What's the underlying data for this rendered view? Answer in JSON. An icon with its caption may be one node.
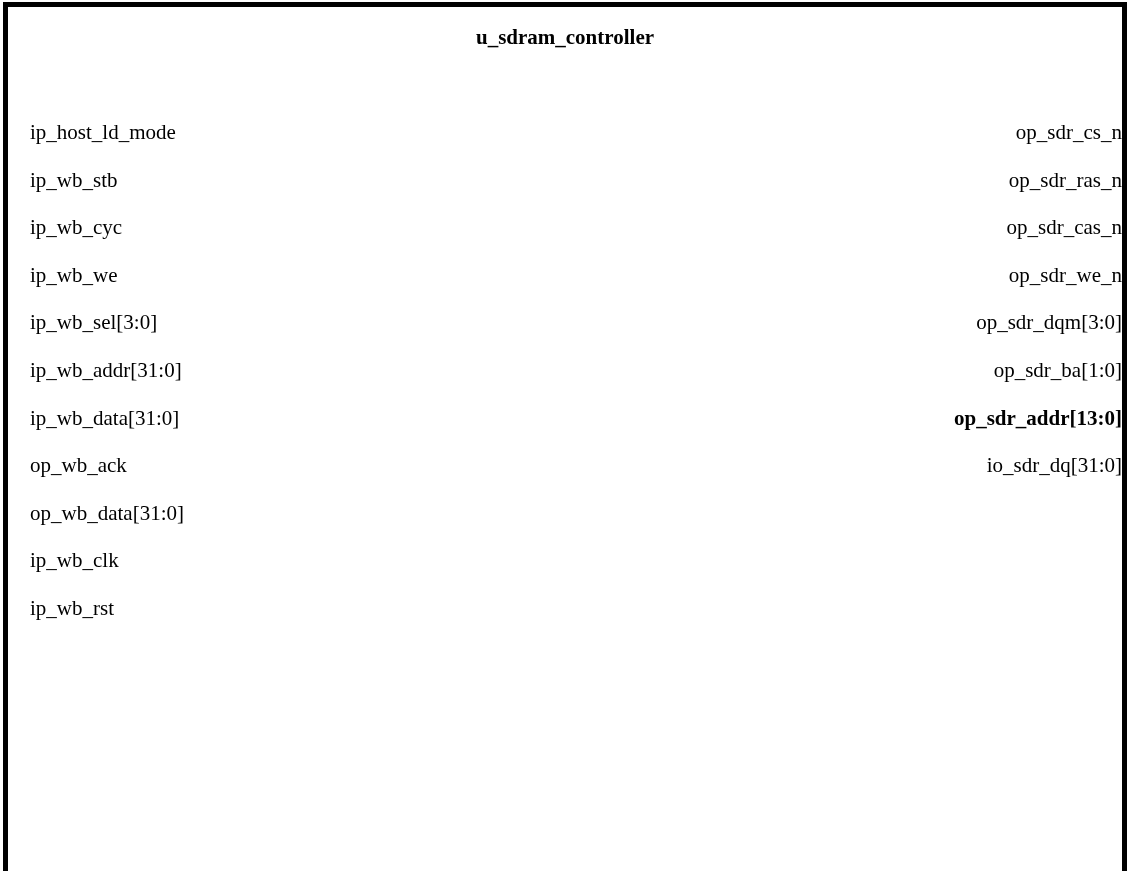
{
  "diagram": {
    "nodes": [
      {
        "text": [
          "u_sdram_controller"
        ]
      }
    ],
    "labels": [
      "ip_host_ld_mode",
      "op_sdr_cs_n",
      "ip_wb_stb",
      "op_sdr_ras_n",
      "ip_wb_cyc",
      "op_sdr_cas_n",
      "ip_wb_we",
      "op_sdr_we_n",
      "ip_wb_sel[3:0]",
      "op_sdr_dqm[3:0]",
      "ip_wb_addr[31:0]",
      "op_sdr_ba[1:0]",
      "ip_wb_data[31:0]",
      "op_sdr_addr[13:0]",
      "op_wb_ack",
      "io_sdr_dq[31:0]",
      "op_wb_data[31:0]",
      "ip_wb_clk",
      "ip_wb_rst"
    ]
  }
}
